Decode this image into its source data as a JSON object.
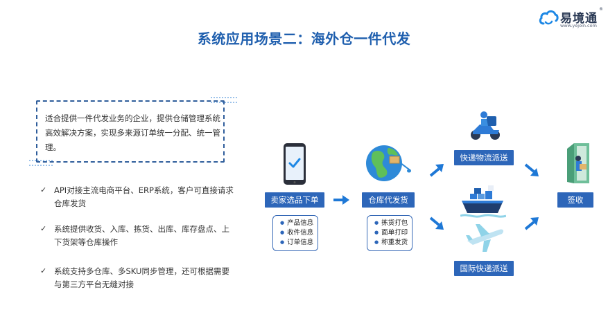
{
  "logo": {
    "name": "易境通",
    "reg": "®",
    "url": "www.yejoin.com"
  },
  "title": "系统应用场景二：海外仓一件代发",
  "intro": "适合提供一件代发业务的企业，提供仓储管理系统高效解决方案，实现多来源订单统一分配、统一管理。",
  "features": [
    "API对接主流电商平台、ERP系统，客户可直接请求仓库发货",
    "系统提供收货、入库、拣货、出库、库存盘点、上下货架等仓库操作",
    "系统支持多仓库、多SKU同步管理，还可根据需要与第三方平台无缝对接"
  ],
  "flow": {
    "seller": {
      "label": "卖家选品下单",
      "items": [
        "产品信息",
        "收件信息",
        "订单信息"
      ]
    },
    "warehouse": {
      "label": "仓库代发货",
      "items": [
        "拣货打包",
        "面单打印",
        "称重发货"
      ]
    },
    "express": {
      "label": "快递物流派送"
    },
    "international": {
      "label": "国际快递派送"
    },
    "receive": {
      "label": "签收"
    }
  },
  "colors": {
    "title": "#1f5fae",
    "box": "#2d66b9",
    "arrow": "#1e78d6"
  }
}
